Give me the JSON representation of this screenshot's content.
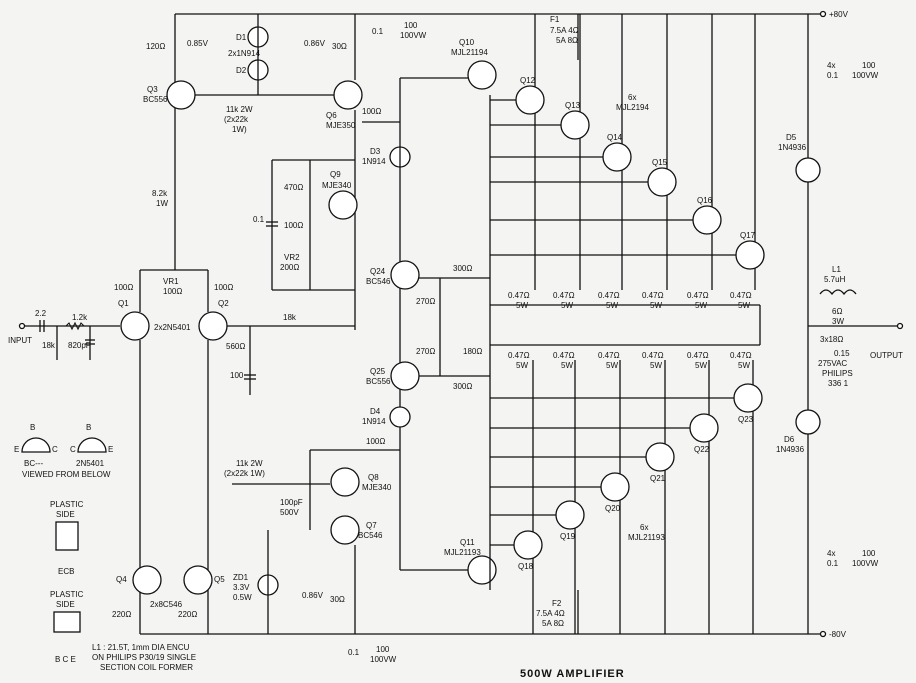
{
  "title": "500W AMPLIFIER",
  "rails": {
    "pos": "+80V",
    "neg": "-80V"
  },
  "input": {
    "label": "INPUT",
    "c_in": "2.2",
    "r_in": "1.2k",
    "r_bias": "18k",
    "c_filter": "820pF"
  },
  "output": {
    "label": "OUTPUT"
  },
  "diff_pair": {
    "part": "2x2N5401",
    "q1": "Q1",
    "q2": "Q2",
    "vr1": "VR1",
    "vr1_val": "100Ω",
    "r_e1": "100Ω",
    "r_e2": "100Ω",
    "r_fb": "18k",
    "r_fb_gnd": "560Ω",
    "c_fb": "100"
  },
  "vas_top": {
    "q3": "Q3",
    "q3_part": "BC556",
    "r120": "120Ω",
    "v085": "0.85V",
    "v086": "0.86V",
    "r30": "30Ω",
    "d1": "D1",
    "d2": "D2",
    "d_part": "2x1N914",
    "r11k": "11k 2W",
    "r11k_sub": "(2x22k",
    "r11k_sub2": "1W)",
    "q6": "Q6",
    "q6_part": "MJE350",
    "r100": "100Ω",
    "r82k": "8.2k",
    "r82k_w": "1W"
  },
  "bias": {
    "q9": "Q9",
    "q9_part": "MJE340",
    "r470": "470Ω",
    "r100": "100Ω",
    "c01": "0.1",
    "vr2": "VR2",
    "vr2_val": "200Ω",
    "d3": "D3",
    "d3_part": "1N914"
  },
  "drivers": {
    "q10": "Q10",
    "q10_part": "MJL21194",
    "q11": "Q11",
    "q11_part": "MJL21193",
    "q24": "Q24",
    "q24_part": "BC546",
    "q25": "Q25",
    "q25_part": "BC556",
    "r300a": "300Ω",
    "r300b": "300Ω",
    "r270a": "270Ω",
    "r270b": "270Ω",
    "r180": "180Ω",
    "d4": "D4",
    "d4_part": "1N914"
  },
  "vas_bot": {
    "q7": "Q7",
    "q7_part": "BC546",
    "q8": "Q8",
    "q8_part": "MJE340",
    "r100": "100Ω",
    "r11k": "11k 2W",
    "r11k_sub": "(2x22k 1W)",
    "c100pf": "100pF",
    "c100pf_v": "500V",
    "zd1": "ZD1",
    "zd1_v": "3.3V",
    "zd1_w": "0.5W",
    "v086": "0.86V",
    "r30": "30Ω",
    "q4": "Q4",
    "q5": "Q5",
    "q45_part": "2x8C546",
    "r220a": "220Ω",
    "r220b": "220Ω"
  },
  "outputs_top": {
    "count": "6x",
    "part": "MJL2194",
    "labels": [
      "Q12",
      "Q13",
      "Q14",
      "Q15",
      "Q16",
      "Q17"
    ]
  },
  "outputs_bot": {
    "count": "6x",
    "part": "MJL21193",
    "labels": [
      "Q18",
      "Q19",
      "Q20",
      "Q21",
      "Q22",
      "Q23"
    ]
  },
  "emitter_r": {
    "value": "0.47Ω",
    "watt": "5W"
  },
  "fuses": {
    "f1": "F1",
    "f2": "F2",
    "line1": "7.5A 4Ω",
    "line2": "5A 8Ω"
  },
  "caps": {
    "c01": "0.1",
    "c100": "100",
    "c100v": "100VW",
    "c4x": "4x",
    "c4x01": "0.1"
  },
  "output_net": {
    "d5": "D5",
    "d5_part": "1N4936",
    "d6": "D6",
    "d6_part": "1N4936",
    "l1": "L1",
    "l1_val": "5.7uH",
    "r6": "6Ω",
    "r6w": "3W",
    "r6sub": "3x18Ω",
    "c015": "0.15",
    "c015v": "275VAC",
    "c015b": "PHILIPS",
    "c015c": "336 1"
  },
  "notes": {
    "pinout_bc": "BC---",
    "pinout_2n": "2N5401",
    "viewed": "VIEWED FROM BELOW",
    "plastic1": "PLASTIC",
    "side1": "SIDE",
    "ecb": "ECB",
    "plastic2": "PLASTIC",
    "side2": "SIDE",
    "bce": "B C E",
    "l1_note1": "L1 : 21.5T, 1mm DIA ENCU",
    "l1_note2": "ON PHILIPS P30/19 SINGLE",
    "l1_note3": "SECTION COIL FORMER"
  }
}
